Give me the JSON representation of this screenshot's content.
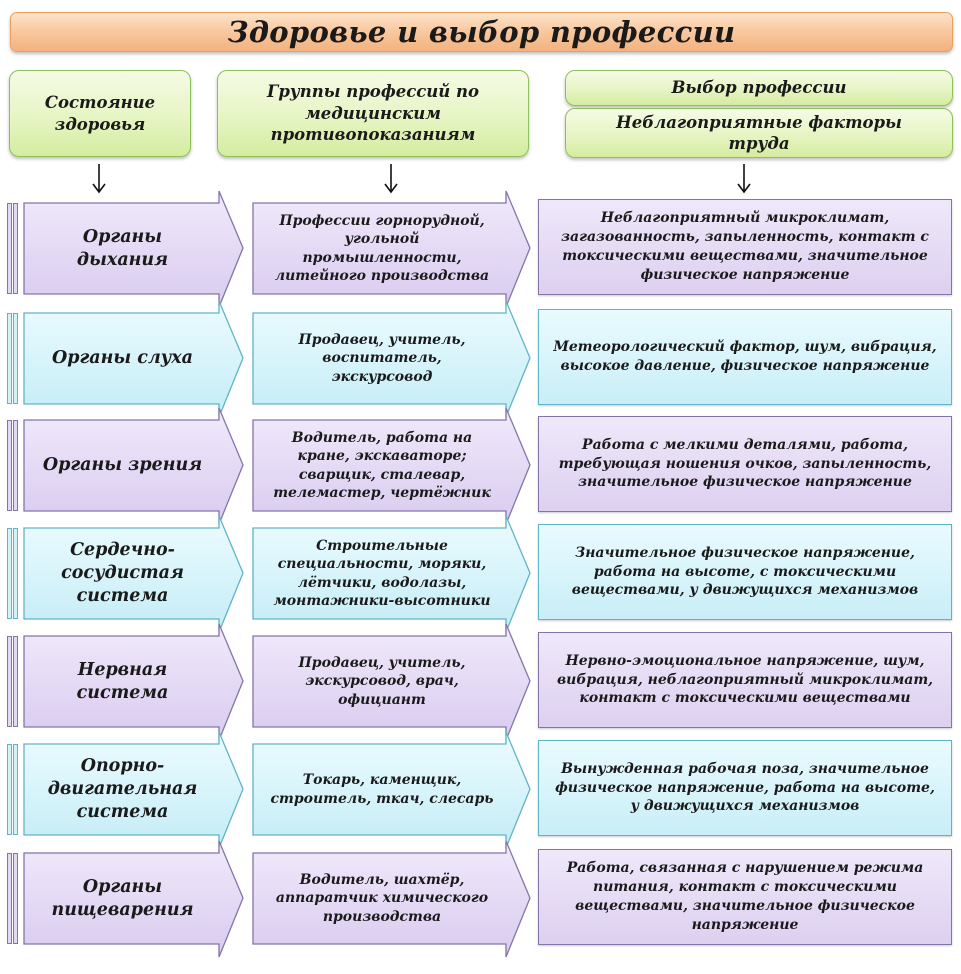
{
  "title": "Здоровье и выбор профессии",
  "headers": {
    "health": "Состояние здоровья",
    "groups": "Группы профессий по медицинским противопоказаниям",
    "choice": "Выбор профессии",
    "factors": "Неблагоприятные факторы труда"
  },
  "colors": {
    "purple_fill": "#e4d9f4",
    "purple_stroke": "#8474a8",
    "blue_fill": "#d4f2fa",
    "blue_stroke": "#5fb4c8",
    "title_fill": "#f8c59a",
    "header_fill": "#e4f4c0"
  },
  "rows": [
    {
      "color": "purple",
      "category": "Органы дыхания",
      "professions": "Профессии горнорудной, угольной промышленности, литейного производства",
      "factors": "Неблагоприятный микроклимат, загазованность, запыленность, контакт с токсическими веществами, значительное физическое напряжение"
    },
    {
      "color": "blue",
      "category": "Органы слуха",
      "professions": "Продавец, учитель, воспитатель, экскурсовод",
      "factors": "Метеорологический фактор, шум, вибрация, высокое давление, физическое напряжение"
    },
    {
      "color": "purple",
      "category": "Органы зрения",
      "professions": "Водитель, работа на кране, экскаваторе; сварщик, сталевар, телемастер, чертёжник",
      "factors": "Работа с мелкими деталями, работа, требующая ношения очков, запыленность, значительное физическое напряжение"
    },
    {
      "color": "blue",
      "category": "Сердечно-сосудистая система",
      "professions": "Строительные специальности, моряки, лётчики, водолазы, монтажники-высотники",
      "factors": "Значительное физическое напряжение, работа на высоте, с токсическими веществами, у движущихся механизмов"
    },
    {
      "color": "purple",
      "category": "Нервная система",
      "professions": "Продавец, учитель, экскурсовод, врач, официант",
      "factors": "Нервно-эмоциональное напряжение, шум, вибрация, неблагоприятный микроклимат, контакт с токсическими веществами"
    },
    {
      "color": "blue",
      "category": "Опорно-двигательная система",
      "professions": "Токарь, каменщик, строитель, ткач, слесарь",
      "factors": "Вынужденная рабочая поза, значительное физическое напряжение, работа на высоте, у движущихся механизмов"
    },
    {
      "color": "purple",
      "category": "Органы пищеварения",
      "professions": "Водитель, шахтёр, аппаратчик химического производства",
      "factors": "Работа, связанная с нарушением режима питания, контакт с токсическими веществами, значительное физическое напряжение"
    }
  ]
}
